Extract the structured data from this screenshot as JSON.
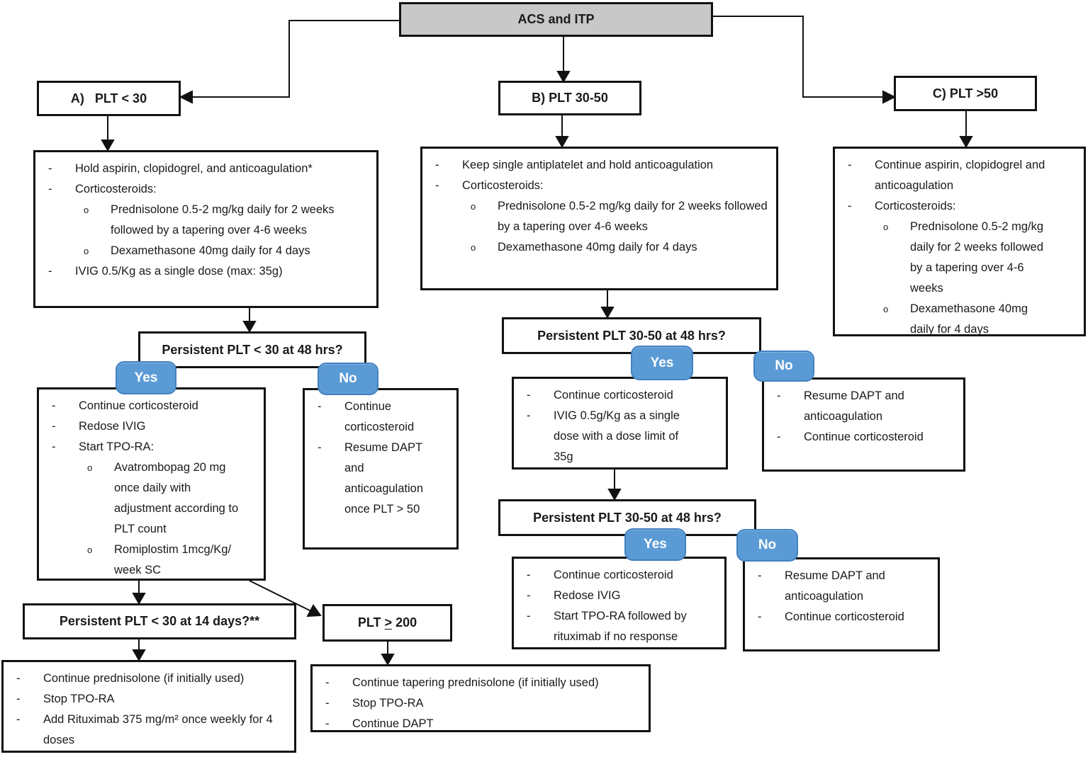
{
  "labels": {
    "yes": "Yes",
    "no": "No"
  },
  "glyphs": {
    "dash": "-",
    "circle": "o"
  },
  "root": {
    "title": "ACS and ITP"
  },
  "branch_a": {
    "header": "A)   PLT < 30",
    "treatment": [
      "Hold aspirin, clopidogrel, and anticoagulation*",
      "Corticosteroids:",
      "Prednisolone 0.5-2 mg/kg daily for 2 weeks followed by a tapering over 4-6 weeks",
      "Dexamethasone 40mg daily for 4 days",
      "IVIG 0.5/Kg as a single dose (max: 35g)"
    ],
    "decision_48h": "Persistent PLT < 30 at 48 hrs?",
    "yes_box": [
      "Continue corticosteroid",
      "Redose IVIG",
      "Start TPO-RA:",
      "Avatrombopag 20 mg once daily with adjustment according to PLT count",
      "Romiplostim 1mcg/Kg/ week SC"
    ],
    "no_box": [
      "Continue corticosteroid",
      "Resume DAPT and anticoagulation once PLT > 50"
    ],
    "decision_14d": "Persistent PLT < 30 at 14 days?**",
    "final_box": [
      "Continue prednisolone (if initially used)",
      "Stop TPO-RA",
      "Add Rituximab 375 mg/m² once weekly for 4 doses"
    ]
  },
  "plt200": {
    "pre": "PLT ",
    "sign": ">",
    "post": " 200",
    "final_box": [
      "Continue tapering prednisolone (if initially used)",
      "Stop TPO-RA",
      "Continue DAPT"
    ]
  },
  "branch_b": {
    "header": "B) PLT 30-50",
    "treatment": [
      "Keep single antiplatelet and hold anticoagulation",
      "Corticosteroids:",
      "Prednisolone 0.5-2 mg/kg daily for 2 weeks followed by a tapering over 4-6 weeks",
      "Dexamethasone 40mg daily for 4 days"
    ],
    "decision_1": "Persistent PLT 30-50 at 48 hrs?",
    "yes1_box": [
      "Continue corticosteroid",
      "IVIG 0.5g/Kg as a single dose with a dose limit of 35g"
    ],
    "no1_box": [
      "Resume DAPT and anticoagulation",
      "Continue corticosteroid"
    ],
    "decision_2": "Persistent PLT 30-50 at 48 hrs?",
    "yes2_box": [
      "Continue corticosteroid",
      "Redose IVIG",
      "Start TPO-RA followed by rituximab if no response"
    ],
    "no2_box": [
      "Resume DAPT and anticoagulation",
      "Continue corticosteroid"
    ]
  },
  "branch_c": {
    "header": "C) PLT >50",
    "treatment": [
      "Continue aspirin, clopidogrel and anticoagulation",
      "Corticosteroids:",
      "Prednisolone 0.5-2 mg/kg daily for 2 weeks followed by a tapering over 4-6 weeks",
      "Dexamethasone 40mg daily for 4 days"
    ]
  },
  "colors": {
    "button_fill": "#5b9bd5",
    "button_border": "#4381c1",
    "header_fill": "#c8c8c8",
    "line": "#111111"
  }
}
